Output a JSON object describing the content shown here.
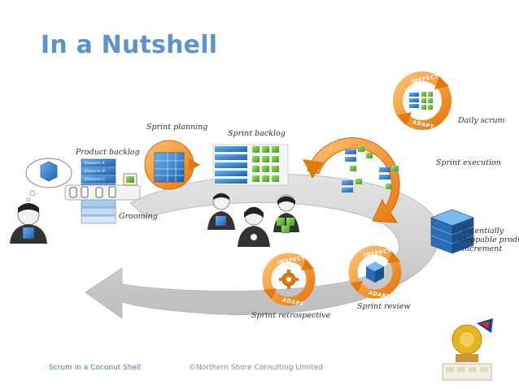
{
  "slide": {
    "title": "In a Nutshell",
    "footer_left": "Scrum in a Coconut Shell",
    "footer_center": "©Northern Shore Consulting Limited"
  },
  "diagram": {
    "labels": {
      "product_backlog": "Product backlog",
      "feature_a": "Feature A",
      "feature_b": "Feature B",
      "feature_c": "Feature C",
      "grooming": "Grooming",
      "sprint_planning": "Sprint planning",
      "sprint_backlog": "Sprint backlog",
      "sprint_execution": "Sprint execution",
      "daily_scrum": "Daily scrum",
      "potentially_line1": "Potentially",
      "potentially_line2": "shippable product",
      "potentially_line3": "increment",
      "sprint_review": "Sprint review",
      "sprint_retrospective": "Sprint retrospective"
    },
    "arrow_text": {
      "inspect": "INSPECT",
      "adapt": "ADAPT"
    },
    "colors": {
      "title": "#5b93cf",
      "orange": "#f39a2d",
      "orange_dark": "#e07a10",
      "blue": "#2f78c4",
      "green": "#6cbd3a",
      "track": "#cfcfcf"
    }
  }
}
